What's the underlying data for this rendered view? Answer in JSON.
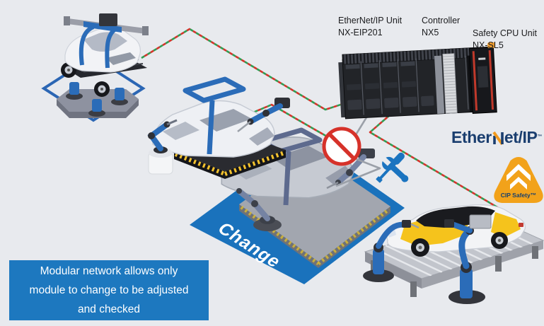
{
  "scene": {
    "background_color": "#e8eaee"
  },
  "hardware_labels": {
    "ethernet_ip_unit": {
      "line1": "EtherNet/IP Unit",
      "line2": "NX-EIP201"
    },
    "controller": {
      "line1": "Controller",
      "line2": "NX5"
    },
    "safety_cpu_unit": {
      "line1": "Safety CPU Unit",
      "line2": "NX-SL5"
    }
  },
  "logos": {
    "ethernet_ip": {
      "part1": "Ether",
      "n_letter": "N",
      "part2": "et/IP",
      "trademark": "™",
      "text_color": "#1a3e6f",
      "accent_color": "#f29a1d"
    },
    "cip_safety": {
      "label": "CIP Safety™",
      "badge_color": "#f2a21a",
      "label_color": "#17406e"
    }
  },
  "change_station": {
    "label": "Change",
    "platform_color": "#1a72bc"
  },
  "callout": {
    "lines": [
      "Modular network allows only",
      "module to change to be adjusted",
      "and checked"
    ],
    "background_color": "#1d78bf",
    "text_color": "#ffffff"
  },
  "network": {
    "active_dash_red": "#d6342b",
    "active_dash_green": "#2f9e52",
    "inactive_gray": "#9ba0a8"
  },
  "status_icons": {
    "prohibition": "no-entry",
    "maintenance": "crossed-tools"
  }
}
